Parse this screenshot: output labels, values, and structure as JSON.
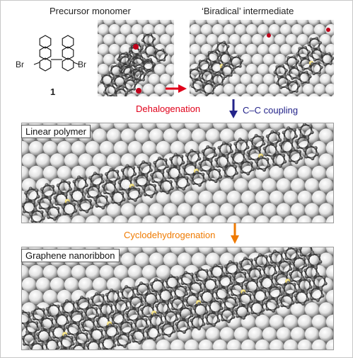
{
  "top": {
    "precursor_title": "Precursor monomer",
    "biradical_title": "‘Biradical’ intermediate",
    "br_left": "Br",
    "br_right": "Br",
    "compound_number": "1"
  },
  "steps": {
    "dehalogenation": "Dehalogenation",
    "cc_coupling": "C–C coupling",
    "cyclodehydrogenation": "Cyclodehydrogenation"
  },
  "panels": {
    "linear_polymer": "Linear polymer",
    "graphene_nanoribbon": "Graphene nanoribbon"
  },
  "colors": {
    "dehalogenation": "#e0001a",
    "cc_coupling": "#24248a",
    "cyclodehydrogenation": "#ef7a00",
    "bromine": "#c0001a",
    "radical_site": "#f0d860"
  }
}
